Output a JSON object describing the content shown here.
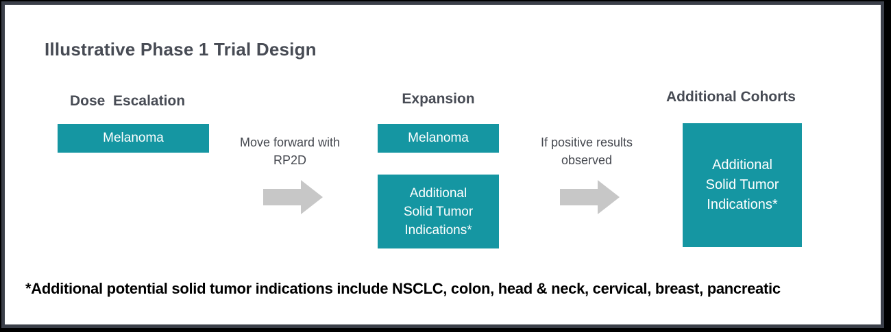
{
  "diagram": {
    "title": "Illustrative Phase 1 Trial Design",
    "stages": {
      "dose_escalation": {
        "header": "Dose  Escalation",
        "box": "Melanoma"
      },
      "expansion": {
        "header": "Expansion",
        "box1": "Melanoma",
        "box2": "Additional\nSolid Tumor\nIndications*"
      },
      "additional_cohorts": {
        "header": "Additional Cohorts",
        "box": "Additional\nSolid Tumor\nIndications*"
      }
    },
    "arrow1": {
      "label": "Move forward with\nRP2D"
    },
    "arrow2": {
      "label": "If positive results\nobserved"
    },
    "footnote": "*Additional potential solid tumor indications include NSCLC, colon, head & neck, cervical, breast, pancreatic",
    "colors": {
      "box_fill": "#1596a2",
      "arrow_fill": "#c7c7c7",
      "heading_text": "#474b54",
      "frame": "#3b3f49"
    }
  }
}
